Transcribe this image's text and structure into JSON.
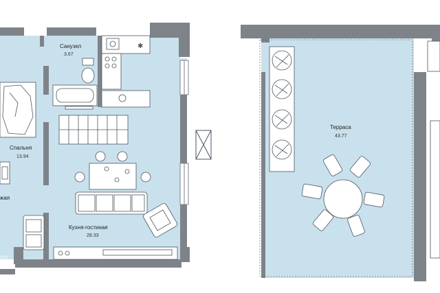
{
  "colors": {
    "wall": "#7e838a",
    "floor": "#c9e1ec",
    "furniture_fill": "#ffffff",
    "furniture_stroke": "#4b5560",
    "text": "#222222"
  },
  "rooms": {
    "bathroom": {
      "name": "Санузел",
      "area": "3.67"
    },
    "bedroom": {
      "name": "Спальня",
      "area": "13.94"
    },
    "living_kitchen": {
      "name": "Кухня-гостиная",
      "area": "28.33"
    },
    "partial": {
      "name": "жая"
    },
    "terrace": {
      "name": "Терраса",
      "area": "43.77"
    }
  },
  "watermark": "ИК"
}
